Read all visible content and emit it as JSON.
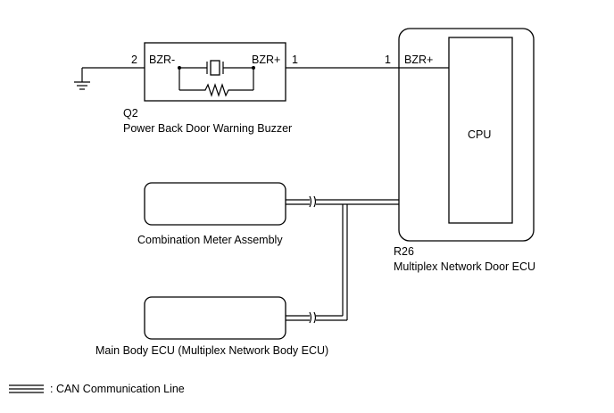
{
  "buzzer": {
    "pin_left": "2",
    "pin_right": "1",
    "term_left": "BZR-",
    "term_right": "BZR+",
    "code": "Q2",
    "name": "Power Back Door Warning Buzzer"
  },
  "door_ecu": {
    "pin": "1",
    "term": "BZR+",
    "cpu_label": "CPU",
    "code": "R26",
    "name": "Multiplex Network Door ECU"
  },
  "combination_meter": {
    "name": "Combination Meter Assembly"
  },
  "main_body_ecu": {
    "name": "Main Body ECU (Multiplex Network Body ECU)"
  },
  "legend": {
    "can_line": ": CAN Communication Line"
  },
  "icons": [
    "ground-icon",
    "buzzer-icon",
    "resistor-icon"
  ]
}
